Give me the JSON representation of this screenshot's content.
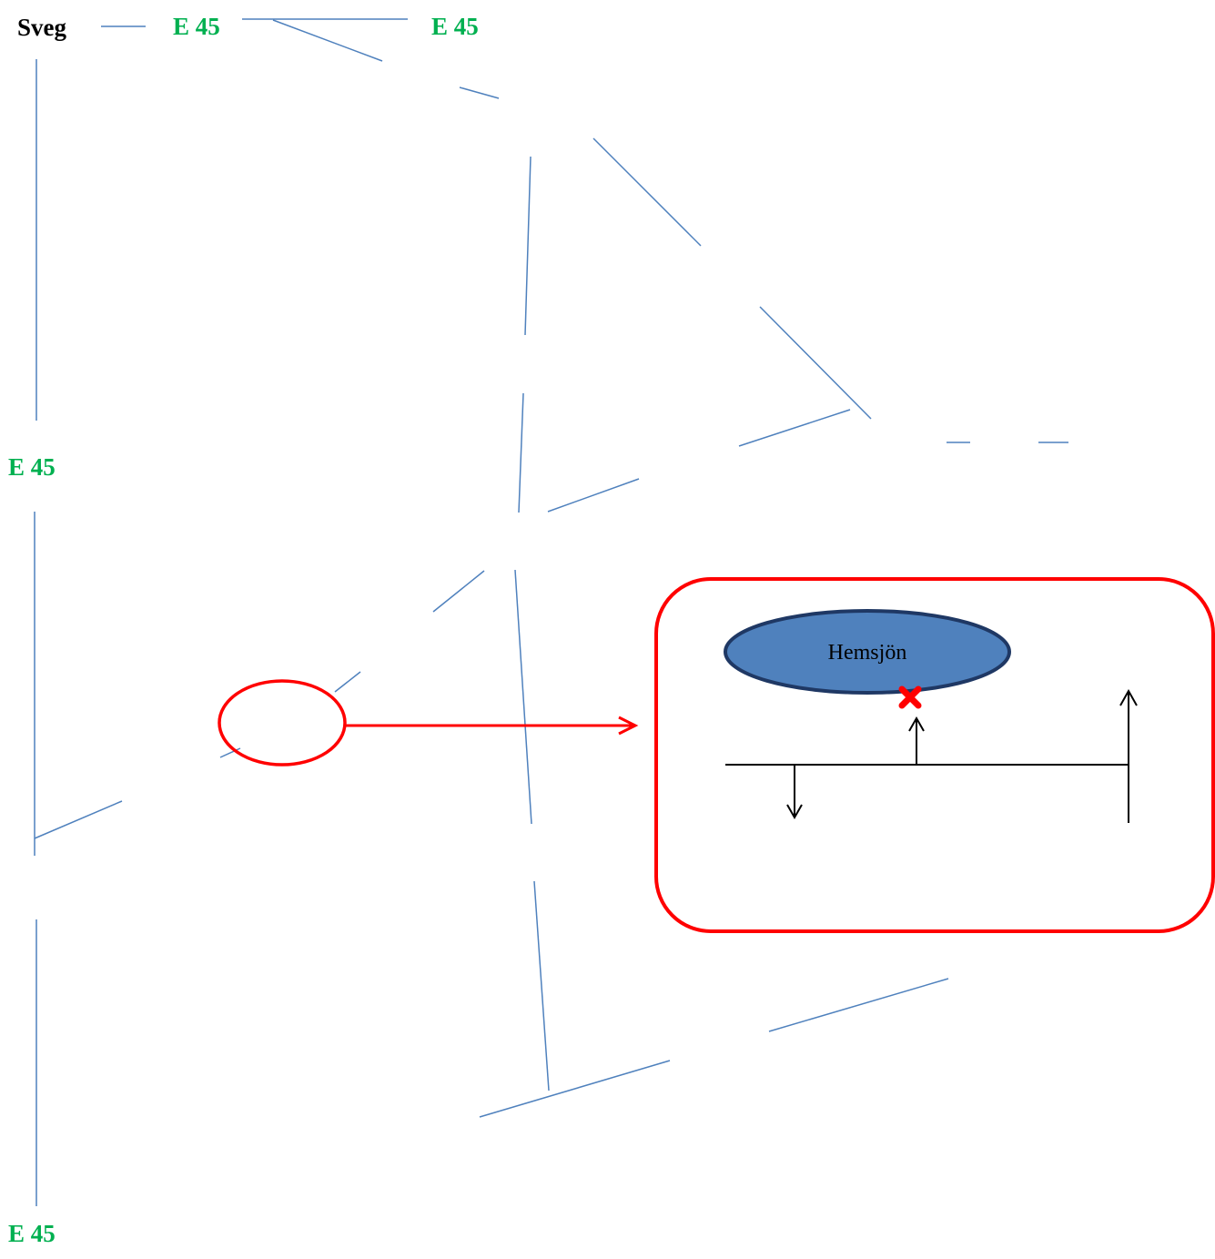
{
  "map": {
    "town_label": "Sveg",
    "road_labels": [
      "E 45",
      "E 45",
      "E 45",
      "E 45"
    ],
    "road_line_color": "#4f81bd",
    "highlight_color": "#ff0000",
    "road_label_color": "#00b050",
    "town_label_color": "#000000"
  },
  "inset": {
    "lake_label": "Hemsjön",
    "lake_fill_color": "#4f81bd",
    "lake_outline_color": "#1f3864",
    "marker_icon": "x-mark-icon",
    "marker_color": "#ff0000",
    "arrow_color": "#000000"
  }
}
